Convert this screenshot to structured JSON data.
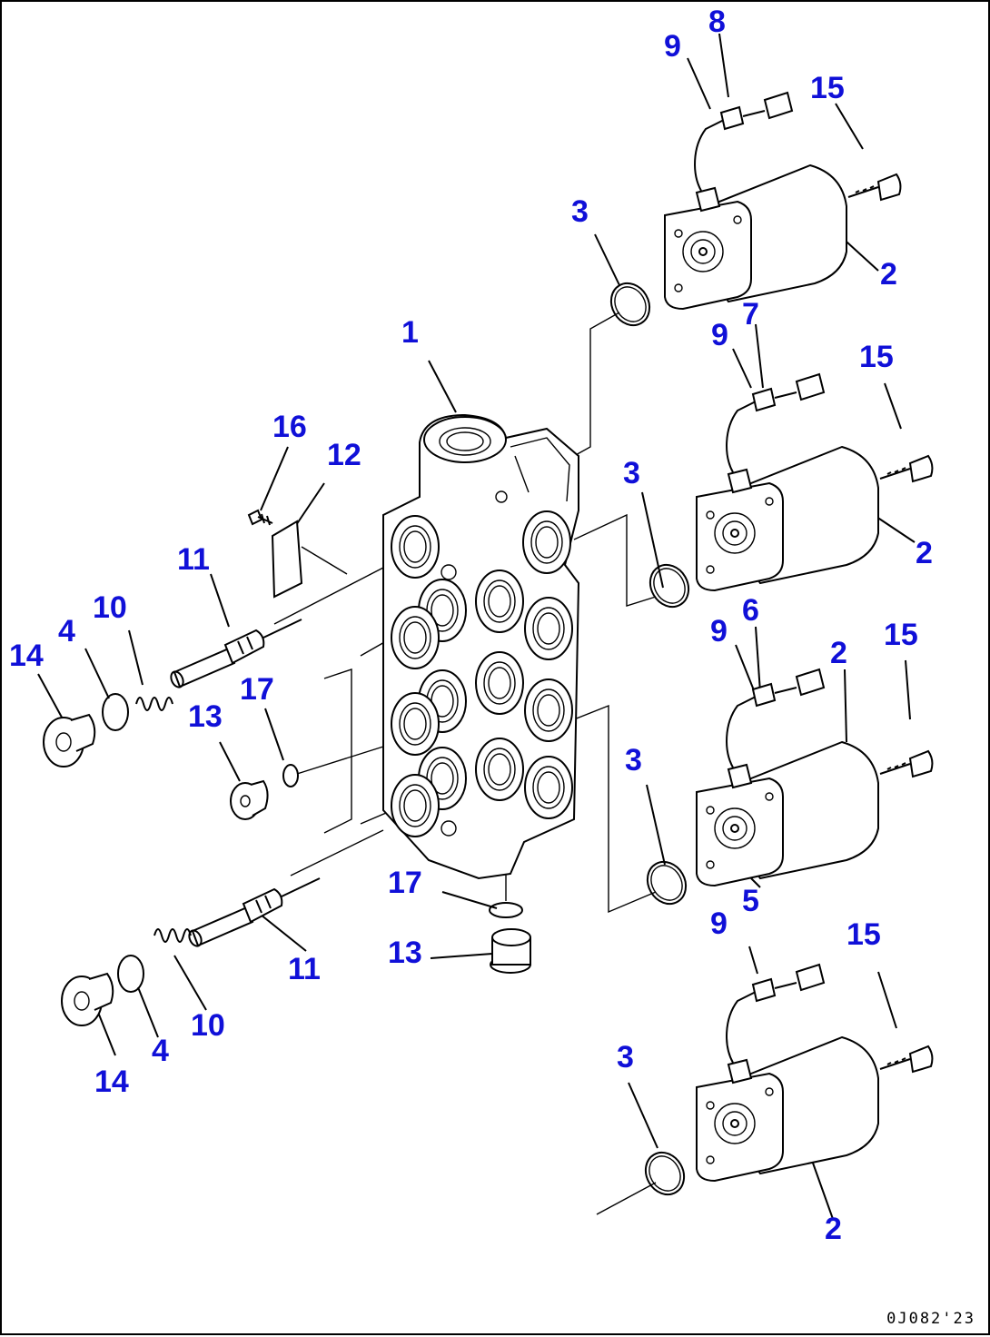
{
  "callouts": [
    {
      "id": "c8",
      "text": "8"
    },
    {
      "id": "c9a",
      "text": "9"
    },
    {
      "id": "c15a",
      "text": "15"
    },
    {
      "id": "c3a",
      "text": "3"
    },
    {
      "id": "c2a",
      "text": "2"
    },
    {
      "id": "c9b",
      "text": "9"
    },
    {
      "id": "c7",
      "text": "7"
    },
    {
      "id": "c15b",
      "text": "15"
    },
    {
      "id": "c1",
      "text": "1"
    },
    {
      "id": "c16",
      "text": "16"
    },
    {
      "id": "c12",
      "text": "12"
    },
    {
      "id": "c3b",
      "text": "3"
    },
    {
      "id": "c2b",
      "text": "2"
    },
    {
      "id": "c11a",
      "text": "11"
    },
    {
      "id": "c10a",
      "text": "10"
    },
    {
      "id": "c14a",
      "text": "14"
    },
    {
      "id": "c4a",
      "text": "4"
    },
    {
      "id": "c9c",
      "text": "9"
    },
    {
      "id": "c6",
      "text": "6"
    },
    {
      "id": "c2c",
      "text": "2"
    },
    {
      "id": "c15c",
      "text": "15"
    },
    {
      "id": "c17a",
      "text": "17"
    },
    {
      "id": "c13a",
      "text": "13"
    },
    {
      "id": "c3c",
      "text": "3"
    },
    {
      "id": "c5",
      "text": "5"
    },
    {
      "id": "c17b",
      "text": "17"
    },
    {
      "id": "c9d",
      "text": "9"
    },
    {
      "id": "c15d",
      "text": "15"
    },
    {
      "id": "c13b",
      "text": "13"
    },
    {
      "id": "c11b",
      "text": "11"
    },
    {
      "id": "c10b",
      "text": "10"
    },
    {
      "id": "c4b",
      "text": "4"
    },
    {
      "id": "c14b",
      "text": "14"
    },
    {
      "id": "c3d",
      "text": "3"
    },
    {
      "id": "c2d",
      "text": "2"
    }
  ],
  "drawing_code": "0J082'23",
  "colors": {
    "callout": "#1010d8",
    "line": "#000000",
    "background": "#ffffff"
  }
}
